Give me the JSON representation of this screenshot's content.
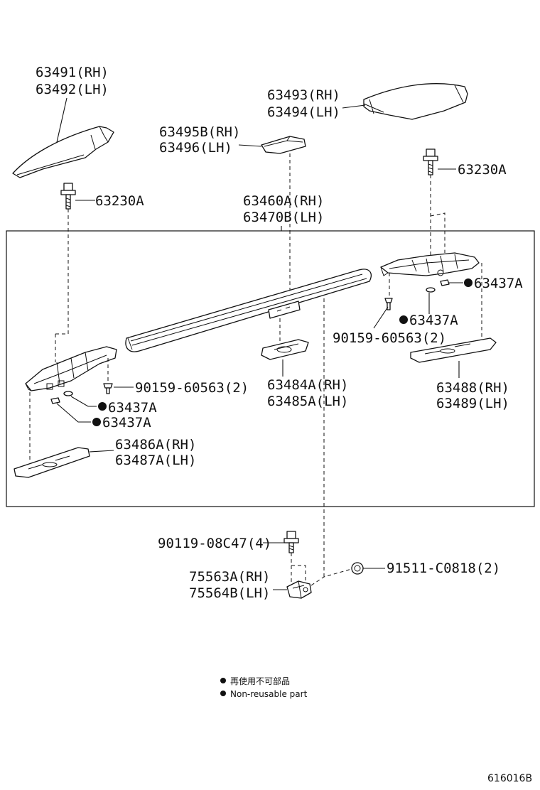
{
  "labels": {
    "p63491": "63491(RH)",
    "p63492": "63492(LH)",
    "p63493": "63493(RH)",
    "p63494": "63494(LH)",
    "p63495": "63495B(RH)",
    "p63496": "63496(LH)",
    "p63230_left": "63230A",
    "p63230_right": "63230A",
    "p63460": "63460A(RH)",
    "p63470": "63470B(LH)",
    "p63437_r1": "63437A",
    "p63437_r2": "63437A",
    "p90159_r": "90159-60563(2)",
    "p90159_l": "90159-60563(2)",
    "p63484": "63484A(RH)",
    "p63485": "63485A(LH)",
    "p63488": "63488(RH)",
    "p63489": "63489(LH)",
    "p63437_l1": "63437A",
    "p63437_l2": "63437A",
    "p63486": "63486A(RH)",
    "p63487": "63487A(LH)",
    "p90119": "90119-08C47(4)",
    "p75563": "75563A(RH)",
    "p75564": "75564B(LH)",
    "p91511": "91511-C0818(2)"
  },
  "legend": {
    "line_jp": "再使用不可部品",
    "line_en": "Non-reusable part"
  },
  "drawing_id": "616016B",
  "icons": {
    "non_reusable_marker": "filled-circle"
  }
}
